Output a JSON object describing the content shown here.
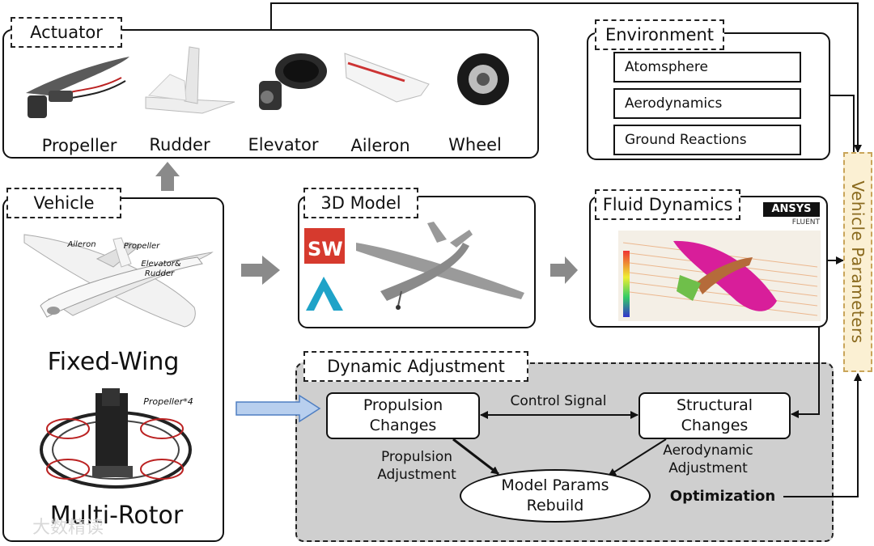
{
  "actuator": {
    "title": "Actuator",
    "items": [
      "Propeller",
      "Rudder",
      "Elevator",
      "Aileron",
      "Wheel"
    ]
  },
  "environment": {
    "title": "Environment",
    "items": [
      "Atomsphere",
      "Aerodynamics",
      "Ground Reactions"
    ]
  },
  "vehicle": {
    "title": "Vehicle",
    "fixed_wing_label": "Fixed-Wing",
    "multi_rotor_label": "Multi-Rotor",
    "fixed_wing_callouts": [
      "Aileron",
      "Propeller",
      "Elevator&",
      "Rudder"
    ],
    "multi_rotor_callout": "Propeller*4"
  },
  "model3d": {
    "title": "3D Model"
  },
  "fluid": {
    "title": "Fluid Dynamics",
    "logo_main": "ANSYS",
    "logo_sub": "FLUENT"
  },
  "vehicle_params": {
    "label": "Vehicle Parameters"
  },
  "dynamic": {
    "title": "Dynamic Adjustment",
    "propulsion_changes": "Propulsion\nChanges",
    "structural_changes": "Structural\nChanges",
    "control_signal": "Control Signal",
    "propulsion_adjustment": "Propulsion\nAdjustment",
    "aerodynamic_adjustment": "Aerodynamic\nAdjustment",
    "model_params_rebuild": "Model Params\nRebuild",
    "optimization": "Optimization"
  },
  "watermark": "大数精读",
  "colors": {
    "vehicle_params_bg": "#fbf0d3",
    "vehicle_params_text": "#8a6a1e",
    "dynamic_bg": "#cfcfcf",
    "blue_arrow": "#b8cfee"
  }
}
